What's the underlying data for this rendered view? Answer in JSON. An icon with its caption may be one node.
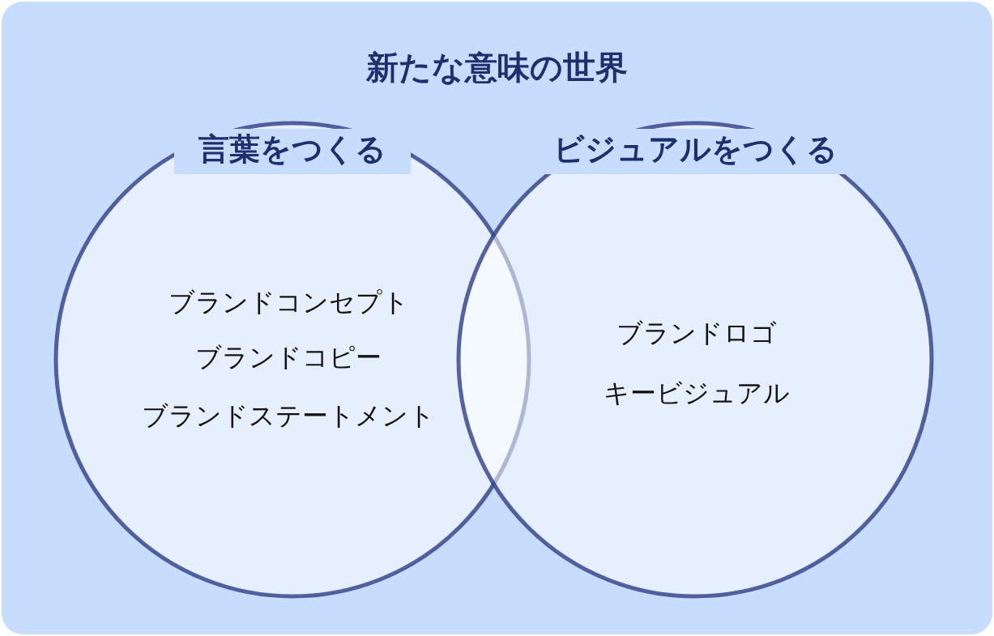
{
  "diagram": {
    "nodes": [
      {
        "text": [
          "新たな意味の世界"
        ]
      },
      {
        "text": [
          "言葉をつくる",
          "ブランドコンセプト",
          "ブランドコピー",
          "ブランドステートメント"
        ],
        "in": 0
      },
      {
        "text": [
          "ビジュアルをつくる",
          "ブランドロゴ",
          "キービジュアル"
        ],
        "in": 0
      }
    ]
  }
}
